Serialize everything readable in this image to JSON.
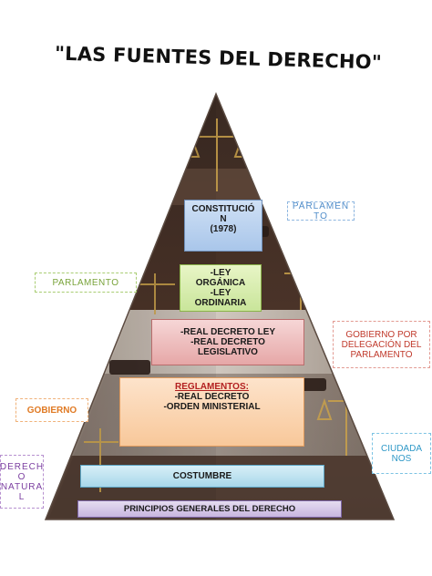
{
  "title": "\"LAS FUENTES DEL DERECHO\"",
  "boxes": {
    "constitucion": [
      "CONSTITUCIÓ",
      "N",
      "(1978)"
    ],
    "ley": [
      "-LEY",
      "ORGÁNICA",
      "-LEY",
      "ORDINARIA"
    ],
    "real_decreto_ley": [
      "-REAL DECRETO LEY",
      "-REAL DECRETO",
      "LEGISLATIVO"
    ],
    "reglamentos": {
      "heading": "REGLAMENTOS:",
      "items": [
        "-REAL DECRETO",
        "-ORDEN MINISTERIAL"
      ]
    },
    "costumbre": "COSTUMBRE",
    "principios": "PRINCIPIOS GENERALES DEL DERECHO"
  },
  "labels": {
    "parlamento_top": [
      "PARLAMEN",
      "TO"
    ],
    "parlamento_left": "PARLAMENTO",
    "gobierno_delegacion": [
      "GOBIERNO POR",
      "DELEGACIÓN DEL",
      "PARLAMENTO"
    ],
    "gobierno": "GOBIERNO",
    "ciudadanos": [
      "CIUDADA",
      "NOS"
    ],
    "derecho_natural": [
      "DERECH",
      "O",
      "NATURA",
      "L"
    ]
  }
}
